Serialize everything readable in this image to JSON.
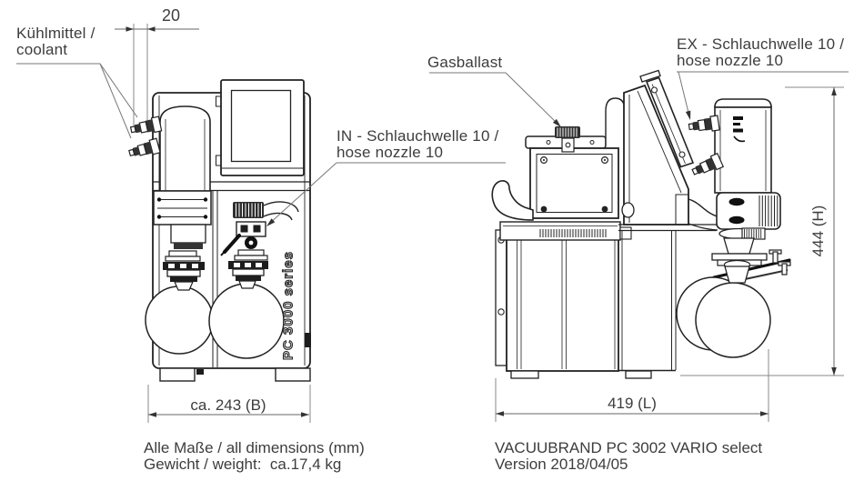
{
  "annotations": {
    "coolant_line1": "Kühlmittel /",
    "coolant_line2": "coolant",
    "gasballast": "Gasballast",
    "in_line1": "IN - Schlauchwelle 10 /",
    "in_line2": "hose nozzle 10",
    "ex_line1": "EX - Schlauchwelle 10 /",
    "ex_line2": "hose nozzle 10"
  },
  "dimensions": {
    "nozzle_offset": "20",
    "width": "ca. 243 (B)",
    "length": "419 (L)",
    "height": "444 (H)"
  },
  "machine": {
    "series_label": "PC 3000 series"
  },
  "footer": {
    "left_line1": "Alle Maße / all dimensions (mm)",
    "left_line2": "Gewicht / weight:  ca.17,4 kg",
    "right_line1": "VACUUBRAND PC 3002 VARIO select",
    "right_line2": "Version 2018/04/05"
  },
  "colors": {
    "line": "#222222",
    "dim_line": "#8a8a8a",
    "leader": "#777777",
    "text": "#3d3d3d"
  }
}
